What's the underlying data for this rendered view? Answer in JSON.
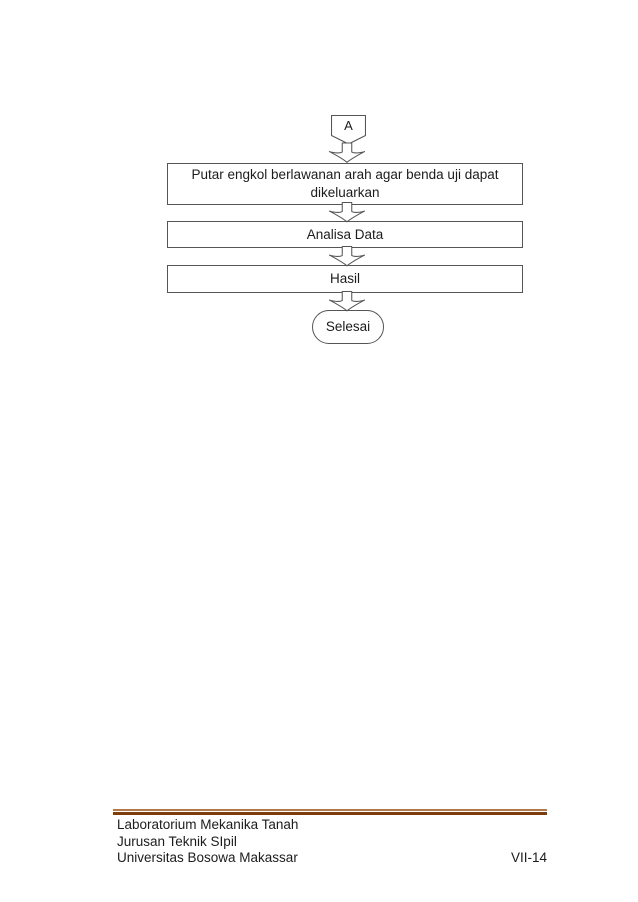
{
  "document": {
    "background": "#ffffff",
    "text_color": "#1c1c1c"
  },
  "flowchart": {
    "stroke_color": "#555555",
    "connector_label": "A",
    "steps": [
      {
        "type": "process",
        "label": "Putar engkol berlawanan arah agar benda uji dapat\ndikeluarkan"
      },
      {
        "type": "process",
        "label": "Analisa Data"
      },
      {
        "type": "process",
        "label": "Hasil"
      },
      {
        "type": "terminator",
        "label": "Selesai"
      }
    ]
  },
  "footer": {
    "lines": [
      "Laboratorium Mekanika Tanah",
      "Jurusan Teknik SIpil",
      "Universitas Bosowa Makassar"
    ],
    "page_number": "VII-14",
    "rule_colors": {
      "top": "#b1794e",
      "bottom": "#7e3d0b"
    }
  }
}
